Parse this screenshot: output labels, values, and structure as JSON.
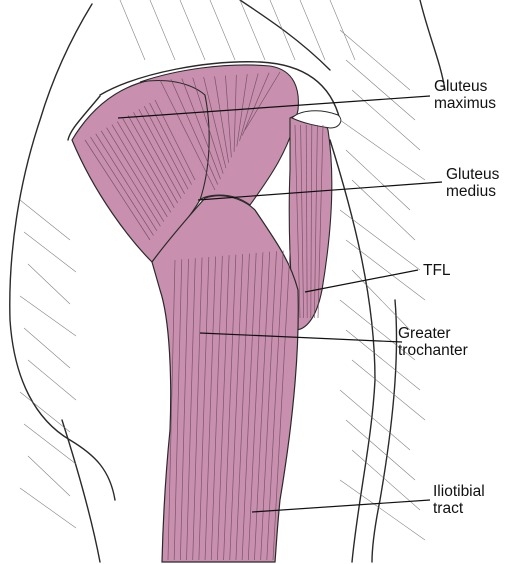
{
  "labels": {
    "gluteus_maximus": [
      "Gluteus",
      "maximus"
    ],
    "gluteus_medius": [
      "Gluteus",
      "medius"
    ],
    "tfl": [
      "TFL"
    ],
    "greater_trochanter": [
      "Greater",
      "trochanter"
    ],
    "iliotibial_tract": [
      "Iliotibial",
      "tract"
    ]
  },
  "colors": {
    "muscle_fill": "#c88fae",
    "muscle_dark": "#b5789c",
    "outline": "#2a2a2a",
    "hatch": "#555555",
    "skin": "#ffffff"
  }
}
